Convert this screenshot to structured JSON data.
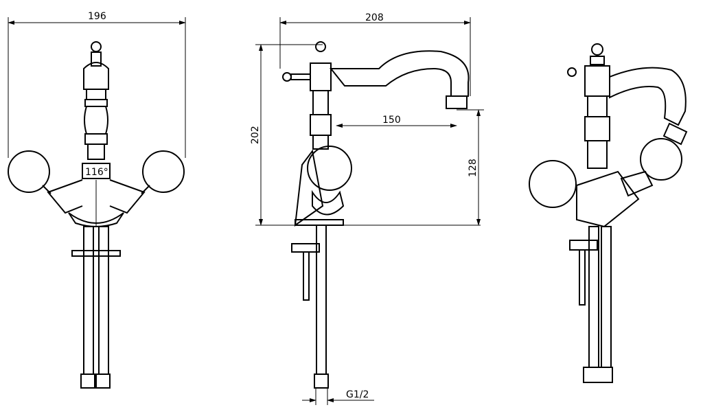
{
  "title": "Faucet technical drawing",
  "dimensions": {
    "front_width": "196",
    "handle_angle": "116°",
    "side_length": "208",
    "side_height": "202",
    "spout_reach": "150",
    "spout_height": "128",
    "thread": "G1/2"
  },
  "line_color": "#000000"
}
